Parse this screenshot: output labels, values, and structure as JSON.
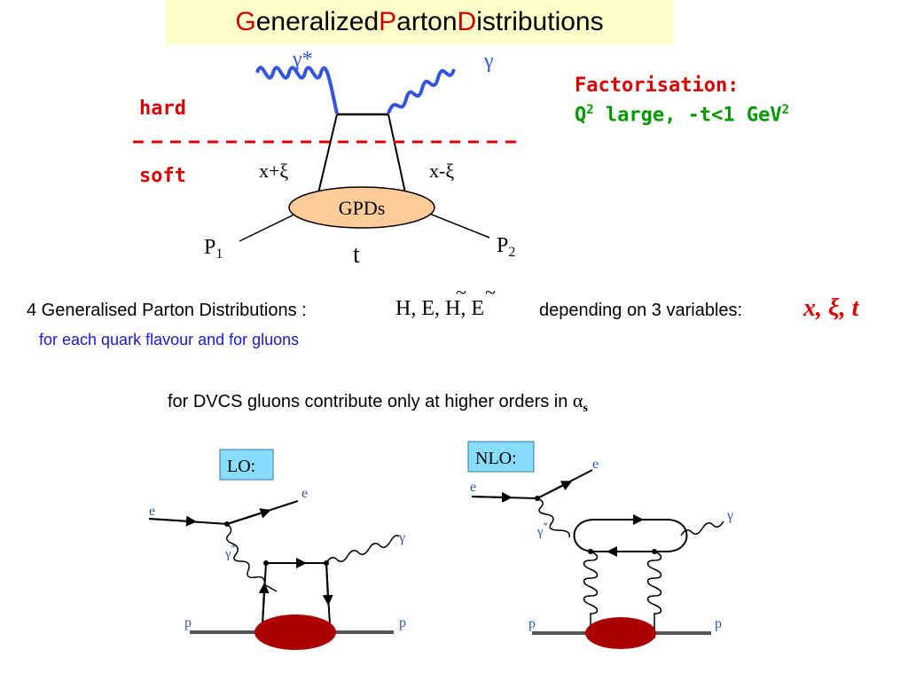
{
  "title": {
    "c1": "G",
    "w1": "eneralized ",
    "c2": "P",
    "w2": "arton ",
    "c3": "D",
    "w3": "istributions"
  },
  "diagram": {
    "gamma_star": "γ*",
    "gamma": "γ",
    "hard": "hard",
    "soft": "soft",
    "x_plus_xi": "x+ξ",
    "x_minus_xi": "x-ξ",
    "gpds": "GPDs",
    "p1": "P",
    "p1_sub": "1",
    "p2": "P",
    "p2_sub": "2",
    "t": "t"
  },
  "factorisation": {
    "heading": "Factorisation:",
    "q": "Q",
    "q_sup": "2",
    "rest": " large, -t<1 GeV",
    "gev_sup": "2"
  },
  "gpd_line": {
    "text": "4 Generalised Parton Distributions :",
    "functions": "H, E, H, E",
    "tilde1": "~",
    "tilde2": "~",
    "depending": "depending on 3 variables:",
    "variables": "x, ξ, t",
    "flavour": "for each quark flavour and for gluons"
  },
  "dvcs": {
    "text": "for DVCS gluons contribute only at higher orders in ",
    "alpha": "α",
    "alpha_sub": "s"
  },
  "lo": {
    "label": "LO:",
    "e_in": "e",
    "e_out": "e",
    "gamma_star": "γ",
    "gamma_star_sup": "*",
    "gamma": "γ",
    "p_in": "p",
    "p_out": "p"
  },
  "nlo": {
    "label": "NLO:",
    "e_in": "e",
    "e_out": "e",
    "gamma_star": "γ",
    "gamma_star_sup": "*",
    "gamma": "γ",
    "p_in": "p",
    "p_out": "p"
  },
  "colors": {
    "title_bg": "#ffffcc",
    "title_caps": "#cc0000",
    "photon": "#3355dd",
    "hard_soft": "#dd0000",
    "factorisation_heading": "#dd0000",
    "factorisation_text": "#009900",
    "flavour": "#1a1ad6",
    "gpd_blob": "#ffcc99",
    "label_box": "#88ddff",
    "proton_blob": "#aa0000"
  }
}
